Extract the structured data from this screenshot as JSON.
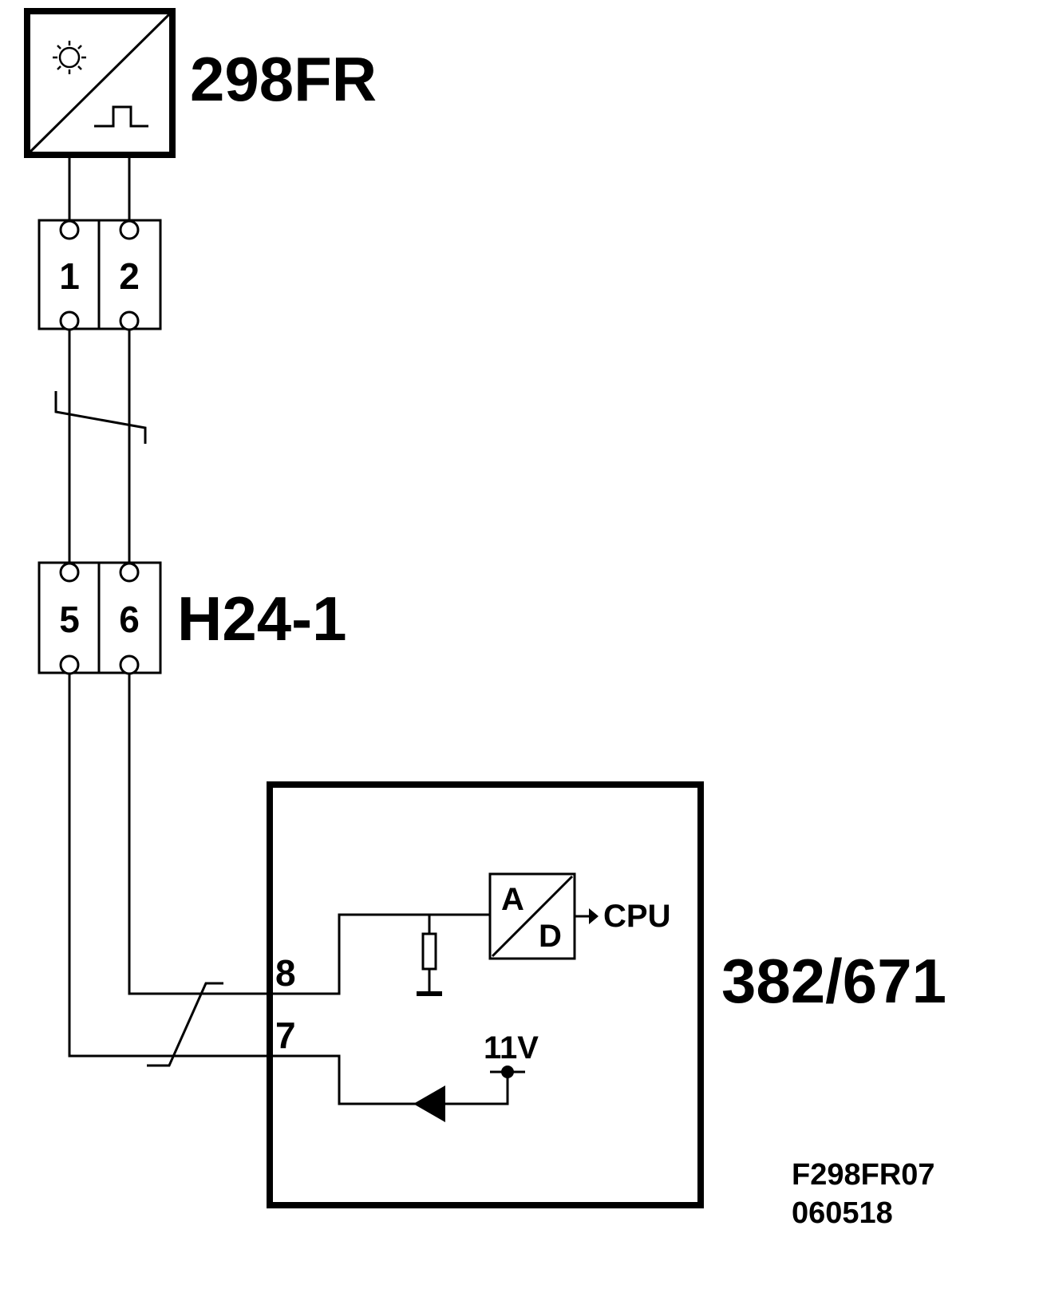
{
  "sensor": {
    "label": "298FR",
    "icon_top": "sun-icon",
    "icon_bottom": "pulse-icon"
  },
  "connector_top": {
    "pins": [
      "1",
      "2"
    ]
  },
  "connector_mid": {
    "label": "H24-1",
    "pins": [
      "5",
      "6"
    ]
  },
  "module": {
    "label": "382/671",
    "pin_upper": "8",
    "pin_lower": "7",
    "adc_a": "A",
    "adc_d": "D",
    "adc_output": "CPU",
    "supply": "11V"
  },
  "footer": {
    "code": "F298FR07",
    "date": "060518"
  }
}
